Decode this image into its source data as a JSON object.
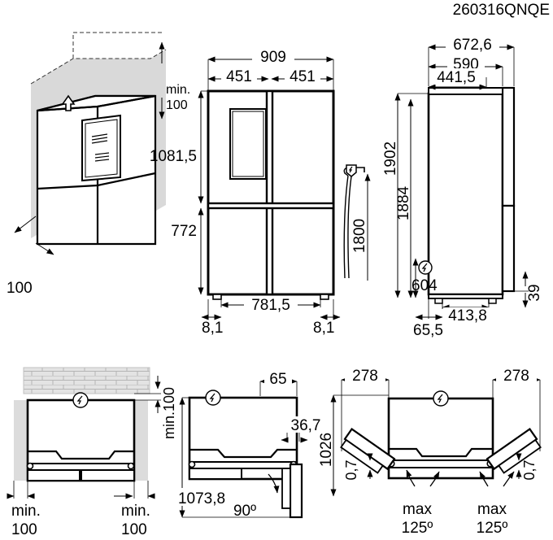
{
  "document": {
    "model_code": "260316QNQE",
    "type": "technical-dimension-drawing",
    "product": "four-door-refrigerator",
    "units": "mm"
  },
  "views": {
    "isometric": {
      "name": "installation-clearance-isometric",
      "labels": {
        "top_clearance_line1": "min.",
        "top_clearance_line2": "100",
        "rear_clearance": "100"
      }
    },
    "front": {
      "name": "front-elevation",
      "dims": {
        "total_width": "909",
        "left_door_width": "451",
        "right_door_width": "451",
        "upper_height": "1081,5",
        "lower_height": "772",
        "cabinet_width": "781,5",
        "left_foot_offset": "8,1",
        "right_foot_offset": "8,1"
      }
    },
    "cord": {
      "name": "power-cord-detail",
      "dims": {
        "cord_length": "1800"
      }
    },
    "side": {
      "name": "side-elevation",
      "dims": {
        "total_depth": "672,6",
        "depth_with_door": "590",
        "cabinet_depth": "441,5",
        "total_height": "1902",
        "cabinet_height": "1884",
        "outlet_height": "604",
        "foot_span": "413,8",
        "front_foot_offset": "65,5",
        "rear_offset": "39"
      }
    },
    "plan_wall": {
      "name": "plan-view-wall-clearance",
      "dims": {
        "rear_clearance_line1": "min.100",
        "left_clearance_line1": "min.",
        "left_clearance_line2": "100",
        "right_clearance_line1": "min.",
        "right_clearance_line2": "100"
      }
    },
    "plan_door90": {
      "name": "plan-view-door-open-90",
      "dims": {
        "door_projection": "65",
        "hinge_offset": "36,7",
        "total_depth_open": "1073,8",
        "angle": "90º"
      }
    },
    "plan_door125": {
      "name": "plan-view-doors-open-125",
      "dims": {
        "left_door_swing": "278",
        "right_door_swing": "278",
        "depth": "1026",
        "left_gap": "0,7",
        "right_gap": "0,7",
        "left_angle_line1": "max",
        "left_angle_line2": "125º",
        "right_angle_line1": "max",
        "right_angle_line2": "125º"
      }
    }
  },
  "icons": {
    "electrical_connection": "lightning-bolt-icon",
    "arrow_marker": "arrow-icon"
  },
  "colors": {
    "line": "#000000",
    "wall_fill": "#d9d9d9",
    "brick_fill": "#e0e0e0",
    "background": "#ffffff"
  }
}
